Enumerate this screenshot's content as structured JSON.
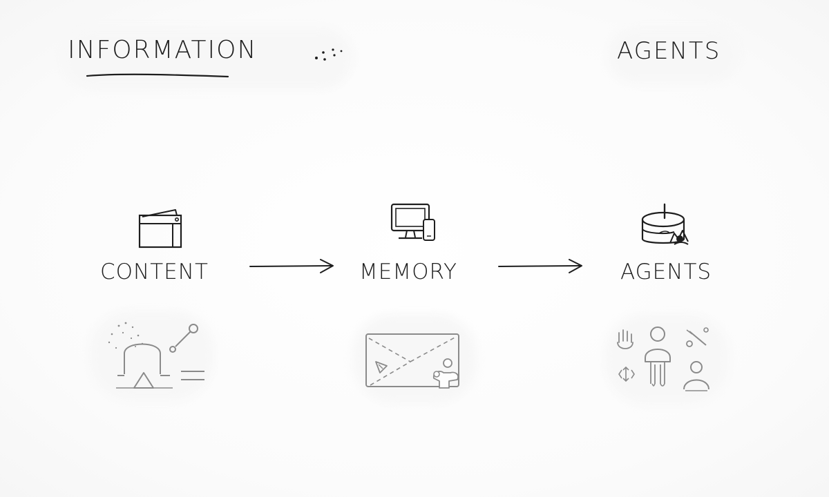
{
  "header": {
    "left_title": "INFORMATION",
    "right_title": "AGENTS"
  },
  "flow": {
    "nodes": [
      {
        "label": "CONTENT",
        "icon": "browser-window-icon",
        "sub_icon": "content-sketch-icon"
      },
      {
        "label": "MEMORY",
        "icon": "monitor-phone-icon",
        "sub_icon": "memory-board-icon"
      },
      {
        "label": "AGENTS",
        "icon": "database-agent-icon",
        "sub_icon": "agents-people-icon"
      }
    ],
    "edges": [
      {
        "from": "CONTENT",
        "to": "MEMORY"
      },
      {
        "from": "MEMORY",
        "to": "AGENTS"
      }
    ]
  },
  "colors": {
    "ink": "#1e1e1e",
    "faded_ink": "#8a8a8a",
    "background": "#fdfdfd"
  }
}
